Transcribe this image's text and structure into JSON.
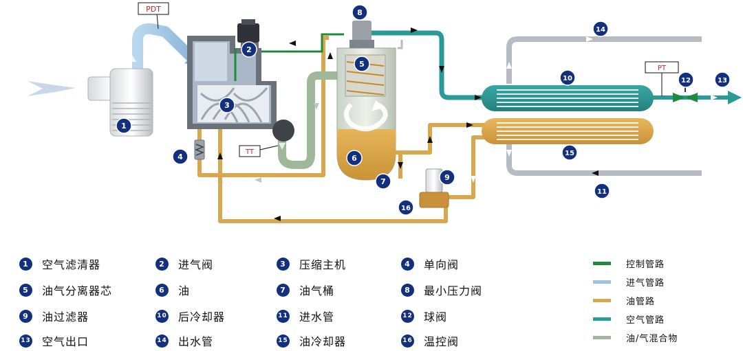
{
  "labels": {
    "pdt": "PDT",
    "tt": "TT",
    "pt": "PT"
  },
  "badges": [
    "1",
    "2",
    "3",
    "4",
    "5",
    "6",
    "7",
    "8",
    "9",
    "10",
    "11",
    "12",
    "13",
    "14",
    "15",
    "16"
  ],
  "legend": [
    {
      "num": "1",
      "text": "空气滤清器"
    },
    {
      "num": "2",
      "text": "进气阀"
    },
    {
      "num": "3",
      "text": "压缩主机"
    },
    {
      "num": "4",
      "text": "单向阀"
    },
    {
      "num": "5",
      "text": "油气分离器芯"
    },
    {
      "num": "6",
      "text": "油"
    },
    {
      "num": "7",
      "text": "油气桶"
    },
    {
      "num": "8",
      "text": "最小压力阀"
    },
    {
      "num": "9",
      "text": "油过滤器"
    },
    {
      "num": "10",
      "text": "后冷却器"
    },
    {
      "num": "11",
      "text": "进水管"
    },
    {
      "num": "12",
      "text": "球阀"
    },
    {
      "num": "13",
      "text": "空气出口"
    },
    {
      "num": "14",
      "text": "出水管"
    },
    {
      "num": "15",
      "text": "油冷却器"
    },
    {
      "num": "16",
      "text": "温控阀"
    }
  ],
  "pipe_legend": [
    {
      "text": "控制管路",
      "color": "#1e8a3c"
    },
    {
      "text": "进气管路",
      "color": "#9cc3e3"
    },
    {
      "text": "油管路",
      "color": "#d9a84e"
    },
    {
      "text": "空气管路",
      "color": "#2a9a98"
    },
    {
      "text": "油/气混合物",
      "color": "#9fb89a"
    }
  ],
  "colors": {
    "badge": "#12307e",
    "oil": "#d9a84e",
    "air": "#2a9a98",
    "intake": "#9cc3e3",
    "control": "#1e8a3c",
    "mixture": "#9fb89a",
    "water": "#b7bcc4"
  }
}
